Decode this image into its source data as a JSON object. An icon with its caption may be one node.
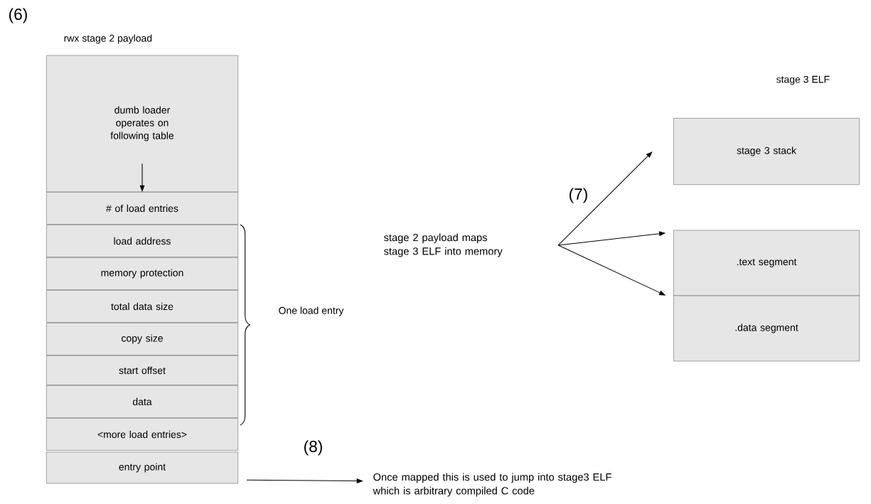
{
  "diagram": {
    "nodes": [
      {
        "text": [
          "dumb loader operates on following table"
        ]
      },
      {
        "text": [
          "# of load entries"
        ]
      },
      {
        "text": [
          "load address"
        ]
      },
      {
        "text": [
          "memory protection"
        ]
      },
      {
        "text": [
          "total data size"
        ]
      },
      {
        "text": [
          "copy size"
        ]
      },
      {
        "text": [
          "start offset"
        ]
      },
      {
        "text": [
          "data"
        ]
      },
      {
        "text": [
          "<more load entries>"
        ]
      },
      {
        "text": [
          "entry point"
        ]
      },
      {
        "text": [
          "stage 2 payload maps stage 3 ELF into memory"
        ]
      },
      {
        "text": [
          "stage 3 stack"
        ]
      },
      {
        "text": [
          ".text segment"
        ]
      },
      {
        "text": [
          ".data segment"
        ]
      },
      {
        "text": [
          "Once mapped this is used to jump into stage3 ELF which is arbitrary compiled C code"
        ]
      }
    ],
    "edges": [
      {
        "from": 0,
        "to": 1,
        "arrow": "to"
      },
      {
        "from": 10,
        "to": 11,
        "arrow": "to"
      },
      {
        "from": 10,
        "to": 12,
        "arrow": "to"
      },
      {
        "from": 10,
        "to": 13,
        "arrow": "to"
      },
      {
        "from": 9,
        "to": 14,
        "arrow": "to"
      }
    ],
    "labels": [
      "(6)",
      "rwx stage 2 payload",
      "stage 3 ELF",
      "(7)",
      "One load entry",
      "(8)"
    ]
  }
}
